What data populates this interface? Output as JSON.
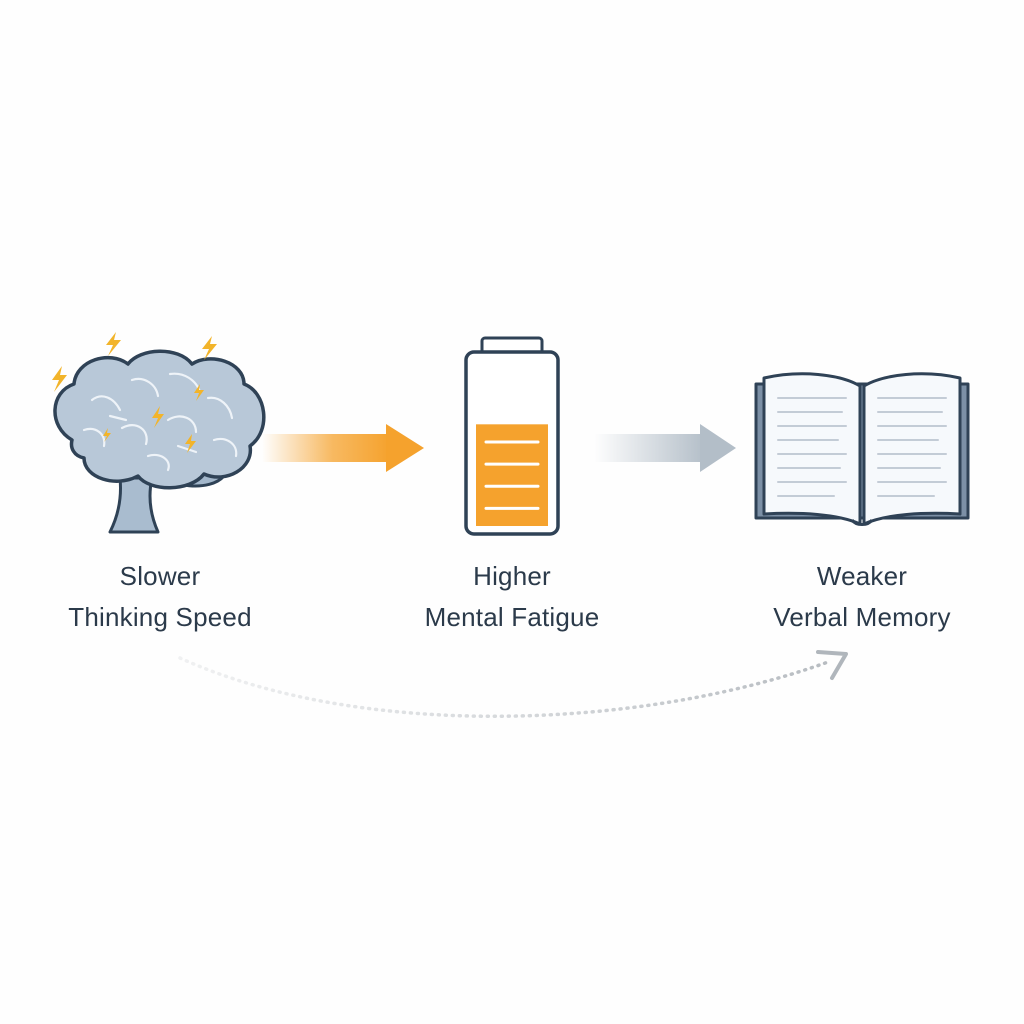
{
  "steps": [
    {
      "icon": "brain-icon",
      "line1": "Slower",
      "line2": "Thinking Speed"
    },
    {
      "icon": "battery-icon",
      "line1": "Higher",
      "line2": "Mental Fatigue"
    },
    {
      "icon": "book-icon",
      "line1": "Weaker",
      "line2": "Verbal Memory"
    }
  ],
  "battery_level": 0.62,
  "colors": {
    "text": "#2b3a4a",
    "outline": "#2f4256",
    "brain_fill": "#b8c8d8",
    "accent_orange": "#f5a22d",
    "spark": "#f2b42a",
    "book_cover": "#7c90a6",
    "arrow_gray": "#b3bec8",
    "arc_dots": "#c5c9cd"
  }
}
